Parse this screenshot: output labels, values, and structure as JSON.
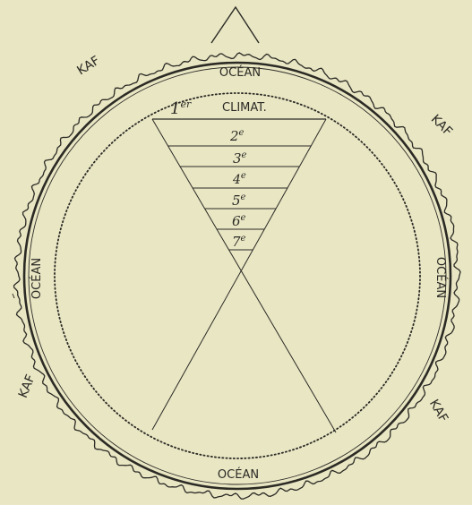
{
  "ocean_labels": {
    "top": "OCÉAN",
    "bottom": "OCÉAN",
    "left": "OCÉAN",
    "right": "OCÉAN"
  },
  "kaf_labels": {
    "top_left": "KAF",
    "top_right": "KAF",
    "bottom_left": "KAF",
    "bottom_right": "KAF"
  },
  "climates": [
    {
      "num": "1",
      "sup": "er",
      "word": "CLIMAT."
    },
    {
      "num": "2",
      "sup": "e"
    },
    {
      "num": "3",
      "sup": "e"
    },
    {
      "num": "4",
      "sup": "e"
    },
    {
      "num": "5",
      "sup": "e"
    },
    {
      "num": "6",
      "sup": "e"
    },
    {
      "num": "7",
      "sup": "e"
    }
  ],
  "colors": {
    "paper": "#e9e6c4",
    "ink": "#2b2a24"
  }
}
